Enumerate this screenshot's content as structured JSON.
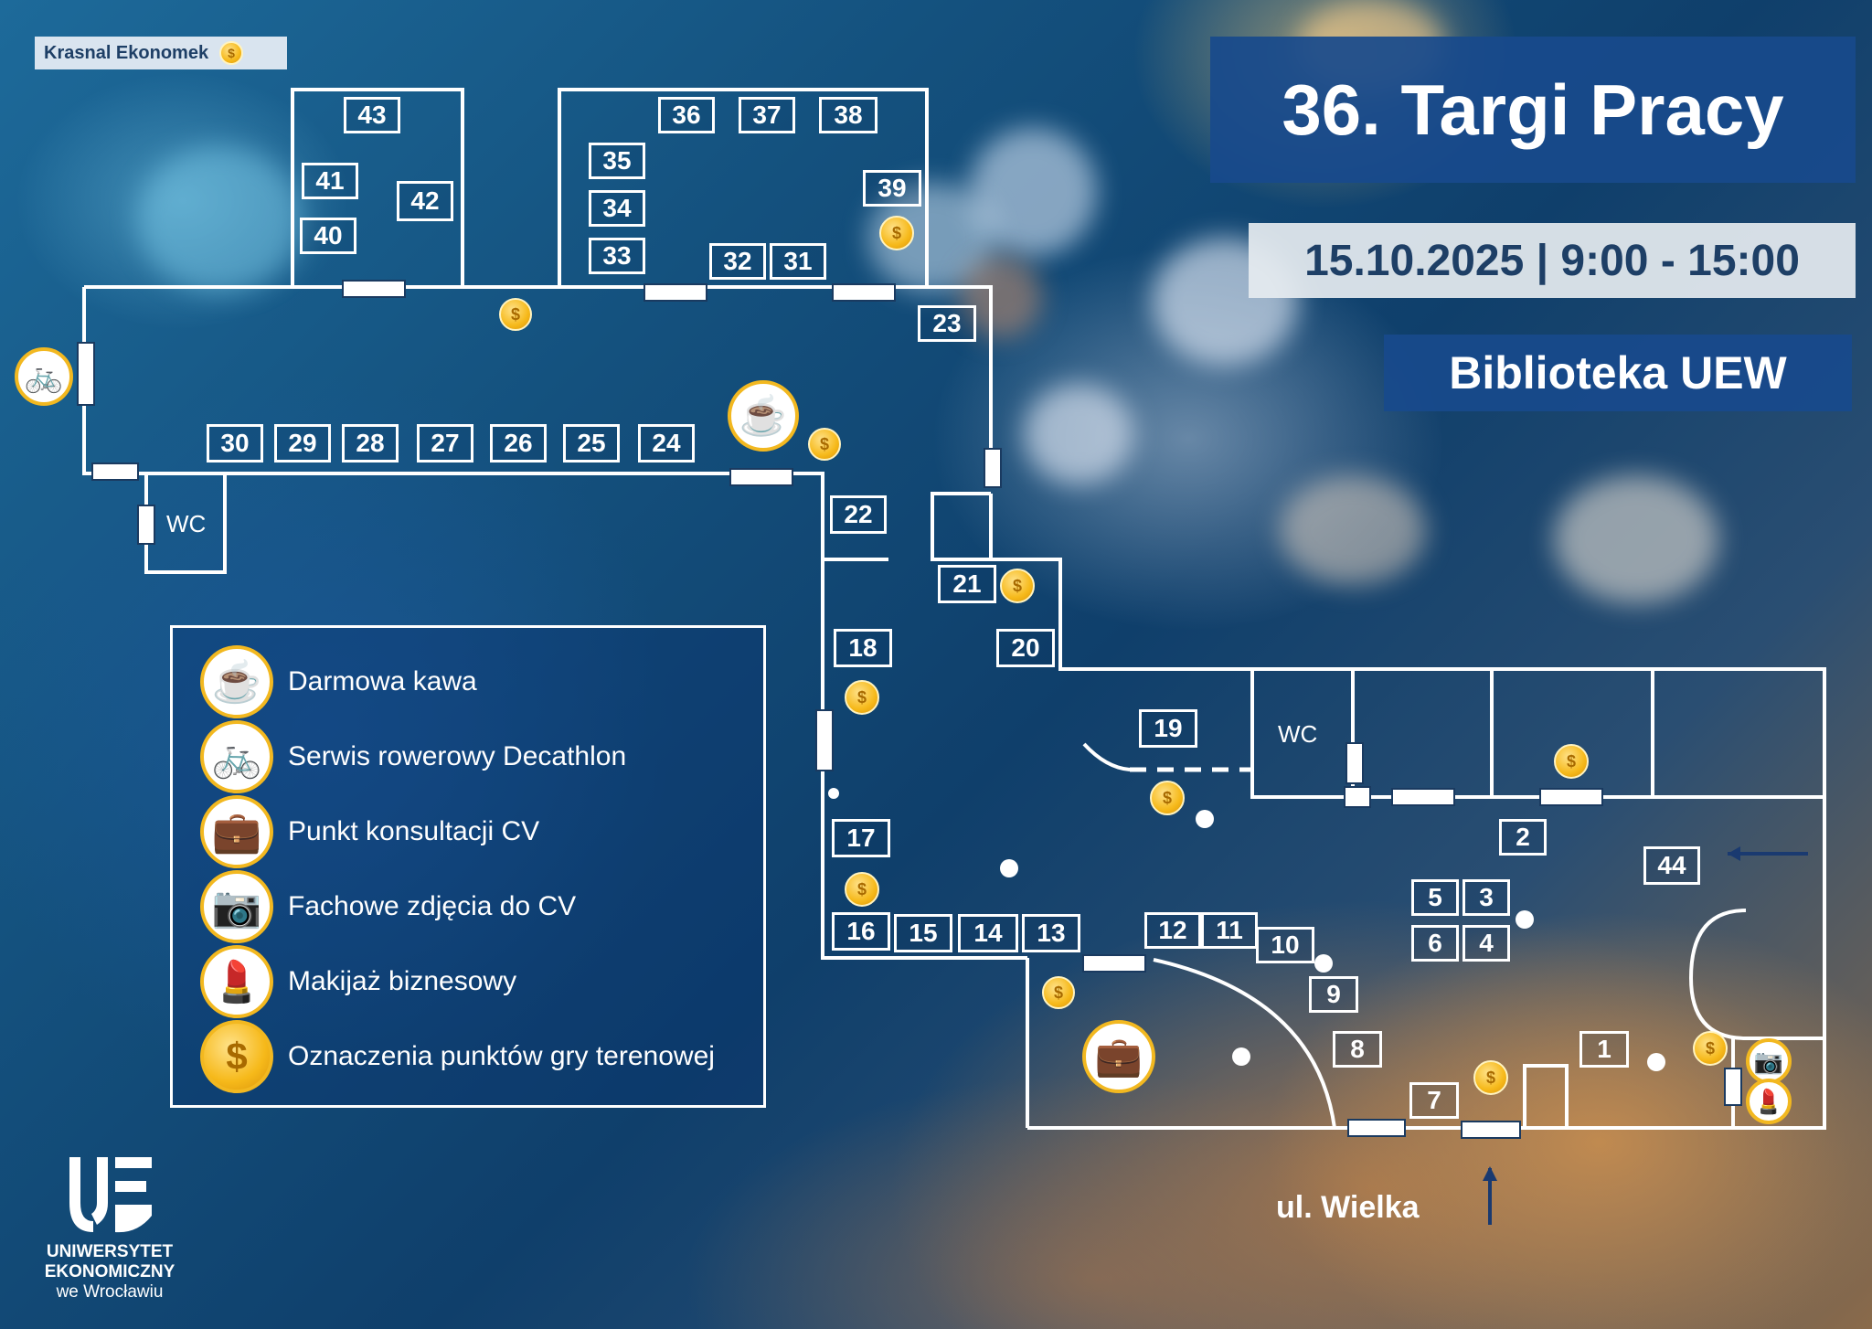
{
  "header": {
    "badge_label": "Krasnal Ekonomek",
    "title": "36. Targi Pracy",
    "date_time": "15.10.2025 | 9:00 - 15:00",
    "venue": "Biblioteka UEW"
  },
  "booths": {
    "b1": "1",
    "b2": "2",
    "b3": "3",
    "b4": "4",
    "b5": "5",
    "b6": "6",
    "b7": "7",
    "b8": "8",
    "b9": "9",
    "b10": "10",
    "b11": "11",
    "b12": "12",
    "b13": "13",
    "b14": "14",
    "b15": "15",
    "b16": "16",
    "b17": "17",
    "b18": "18",
    "b19": "19",
    "b20": "20",
    "b21": "21",
    "b22": "22",
    "b23": "23",
    "b24": "24",
    "b25": "25",
    "b26": "26",
    "b27": "27",
    "b28": "28",
    "b29": "29",
    "b30": "30",
    "b31": "31",
    "b32": "32",
    "b33": "33",
    "b34": "34",
    "b35": "35",
    "b36": "36",
    "b37": "37",
    "b38": "38",
    "b39": "39",
    "b40": "40",
    "b41": "41",
    "b42": "42",
    "b43": "43",
    "b44": "44"
  },
  "rooms": {
    "wc_left": "WC",
    "wc_right": "WC"
  },
  "legend": {
    "coffee": "Darmowa kawa",
    "bike": "Serwis rowerowy Decathlon",
    "cv": "Punkt konsultacji CV",
    "photo": "Fachowe zdjęcia do CV",
    "makeup": "Makijaż biznesowy",
    "coin": "Oznaczenia punktów gry terenowej"
  },
  "street": "ul. Wielka",
  "logo": {
    "line1": "UNIWERSYTET",
    "line2": "EKONOMICZNY",
    "line3": "we Wrocławiu"
  },
  "icons": {
    "coffee": "coffee-cup-icon",
    "bike": "bicycle-icon",
    "cv": "briefcase-icon",
    "photo": "camera-icon",
    "makeup": "makeup-icon",
    "coin": "dollar-coin-icon"
  },
  "colors": {
    "title_bg": "#184a8c",
    "coin": "#f6b91a",
    "wall": "#ffffff"
  }
}
